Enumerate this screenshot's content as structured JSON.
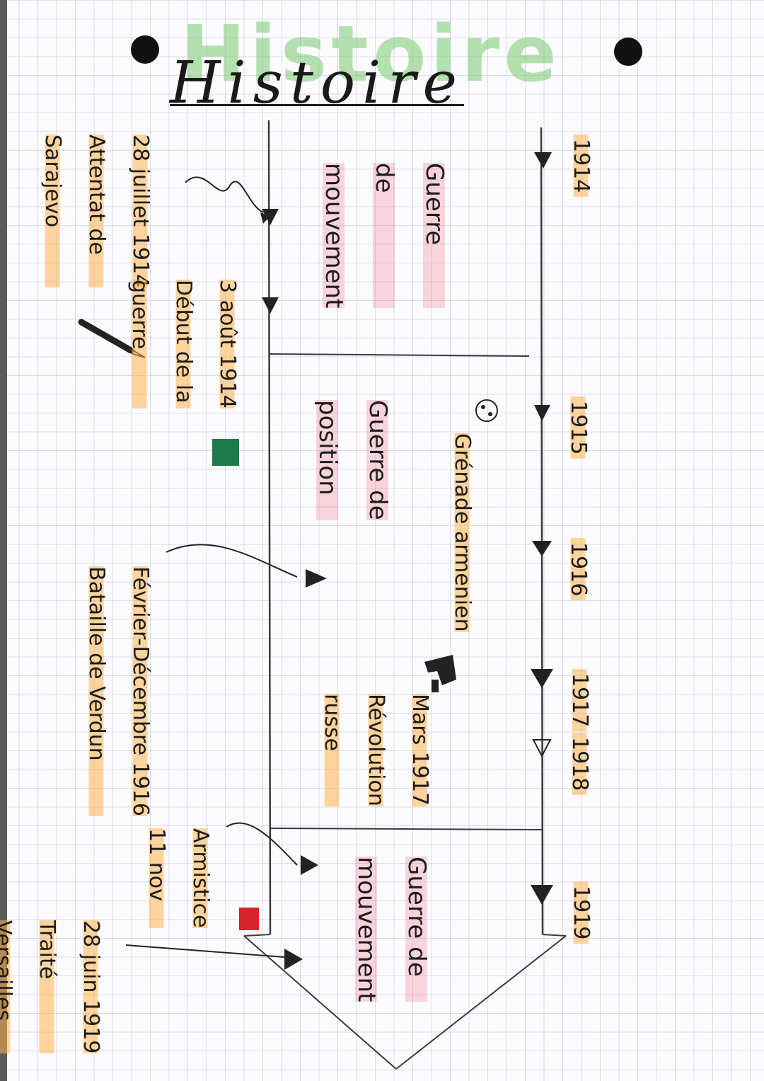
{
  "title": "Histoire",
  "years": [
    "1914",
    "1915",
    "1916",
    "1917",
    "1918",
    "1919"
  ],
  "phases": {
    "p1": [
      "Guerre",
      "de",
      "mouvement"
    ],
    "p2": [
      "Guerre de",
      "position"
    ],
    "p3": [
      "Guerre de",
      "mouvement"
    ]
  },
  "events": {
    "grenade": "Grénade armenien",
    "revolution": [
      "Mars 1917",
      "Révolution",
      "russe"
    ],
    "attentat": [
      "28 juillet 1914",
      "Attentat de",
      "Sarajevo"
    ],
    "debut": [
      "3 août 1914",
      "Début de la",
      "guerre"
    ],
    "verdun": [
      "Février-Décembre 1916",
      "Bataille de Verdun"
    ],
    "armistice": [
      "Armistice",
      "11 nov"
    ],
    "traite": [
      "28 juin 1919",
      "Traité",
      "Versailles"
    ]
  },
  "colors": {
    "highlight_orange": "#ffb250",
    "highlight_pink": "#f5788c",
    "title_green": "#78c86e",
    "marker_green": "#1e7a4a",
    "marker_red": "#d8222c"
  },
  "icons": [
    "grenade-icon",
    "pistol-icon",
    "pen-icon"
  ]
}
